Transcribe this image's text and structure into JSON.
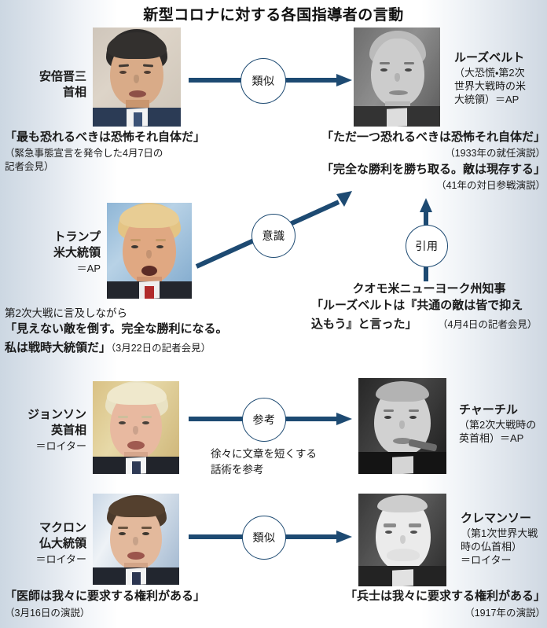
{
  "title": "新型コロナに対する各国指導者の言動",
  "colors": {
    "arrow": "#1d4a72",
    "text": "#1a1a1a",
    "background": "#ffffff",
    "edge_wash": "#ccd7e2"
  },
  "rows": [
    {
      "id": "abe-roosevelt",
      "left_person": {
        "name": "安倍晋三",
        "title": "首相",
        "credit": ""
      },
      "connector": {
        "label": "類似",
        "style": "horizontal-arrow"
      },
      "right_person": {
        "name": "ルーズベルト",
        "detail_line1": "（大恐慌・第2次",
        "detail_line2": "世界大戦時の米",
        "detail_line3": "大統領）＝AP"
      },
      "left_quote": "「最も恐れるべきは恐怖それ自体だ」",
      "left_note_line1": "（緊急事態宣言を発令した4月7日の",
      "left_note_line2": "記者会見）",
      "right_quote": "「ただ一つ恐れるべきは恐怖それ自体だ」",
      "right_note": "（1933年の就任演説）",
      "right_quote2": "「完全な勝利を勝ち取る。敵は現存する」",
      "right_note2": "（41年の対日参戦演説）"
    },
    {
      "id": "trump-roosevelt",
      "left_person": {
        "name": "トランプ",
        "title": "米大統領",
        "credit": "＝AP"
      },
      "connector": {
        "label": "意識",
        "style": "diagonal-arrow"
      },
      "left_note_line1": "第2次大戦に言及しながら",
      "left_quote_line1": "「見えない敵を倒す。完全な勝利になる。",
      "left_quote_line2": "私は戦時大統領だ」",
      "left_note_line2": "（3月22日の記者会見）"
    },
    {
      "id": "cuomo",
      "connector": {
        "label": "引用",
        "style": "vertical-arrow"
      },
      "heading": "クオモ米ニューヨーク州知事",
      "quote_line1": "「ルーズベルトは『共通の敵は皆で抑え",
      "quote_line2": "込もう』と言った」",
      "note": "（4月4日の記者会見）"
    },
    {
      "id": "johnson-churchill",
      "left_person": {
        "name": "ジョンソン",
        "title": "英首相",
        "credit": "＝ロイター"
      },
      "connector": {
        "label": "参考",
        "style": "horizontal-arrow"
      },
      "right_person": {
        "name": "チャーチル",
        "detail_line1": "（第2次大戦時の",
        "detail_line2": "英首相）＝AP",
        "detail_line3": ""
      },
      "mid_note_line1": "徐々に文章を短くする",
      "mid_note_line2": "話術を参考"
    },
    {
      "id": "macron-clemenceau",
      "left_person": {
        "name": "マクロン",
        "title": "仏大統領",
        "credit": "＝ロイター"
      },
      "connector": {
        "label": "類似",
        "style": "horizontal-arrow"
      },
      "right_person": {
        "name": "クレマンソー",
        "detail_line1": "（第1次世界大戦",
        "detail_line2": "時の仏首相）",
        "detail_line3": "＝ロイター"
      },
      "left_quote": "「医師は我々に要求する権利がある」",
      "left_note_line1": "（3月16日の演説）",
      "right_quote": "「兵士は我々に要求する権利がある」",
      "right_note": "（1917年の演説）"
    }
  ]
}
